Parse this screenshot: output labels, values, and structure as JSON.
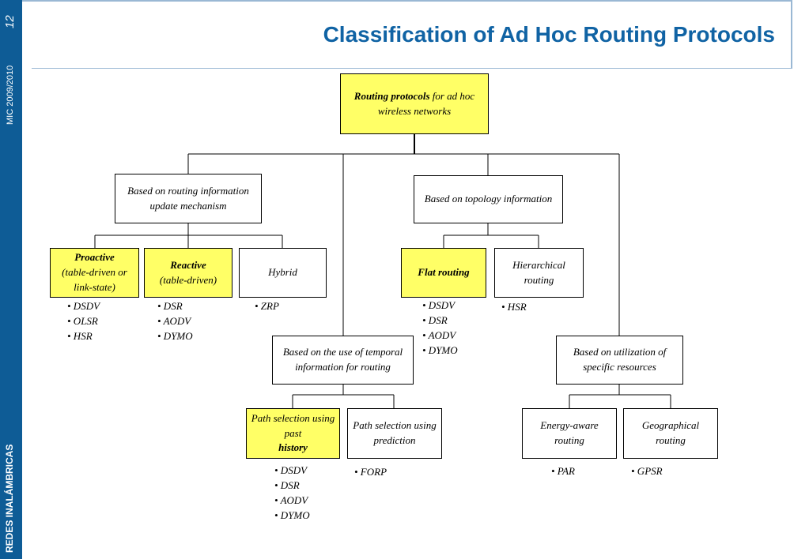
{
  "sidebar": {
    "slide_number": "12",
    "course_code": "MIC 2009/2010",
    "department": "REDES INALÁMBRICAS"
  },
  "title": "Classification of Ad Hoc Routing Protocols",
  "colors": {
    "sidebar": "#0e5c96",
    "title": "#1063a4",
    "highlight": "#ffff66"
  },
  "nodes": {
    "root": {
      "bold": "Routing protocols",
      "text": " for ad hoc wireless networks"
    },
    "update_mechanism": {
      "text": "Based on routing information update mechanism"
    },
    "topology": {
      "text": "Based on topology information"
    },
    "proactive": {
      "bold": "Proactive",
      "text": "(table-driven or link-state)"
    },
    "reactive": {
      "bold": "Reactive",
      "text": "(table-driven)"
    },
    "hybrid": {
      "text": "Hybrid"
    },
    "flat": {
      "bold": "Flat routing"
    },
    "hierarchical": {
      "text": "Hierarchical routing"
    },
    "temporal": {
      "text": "Based on the use of temporal information for routing"
    },
    "resources": {
      "text": "Based on utilization of specific resources"
    },
    "past_history": {
      "text": "Path selection using past",
      "bold": "history"
    },
    "prediction": {
      "text": "Path selection using prediction"
    },
    "energy": {
      "text": "Energy-aware routing"
    },
    "geographical": {
      "text": "Geographical routing"
    }
  },
  "lists": {
    "proactive": [
      "• DSDV",
      "• OLSR",
      "• HSR"
    ],
    "reactive": [
      "• DSR",
      "• AODV",
      "• DYMO"
    ],
    "hybrid": [
      "• ZRP"
    ],
    "flat": [
      "• DSDV",
      "• DSR",
      "• AODV",
      "• DYMO"
    ],
    "hierarchical": [
      "• HSR"
    ],
    "past_history": [
      "• DSDV",
      "• DSR",
      "• AODV",
      "• DYMO"
    ],
    "prediction": [
      "• FORP"
    ],
    "energy": [
      "• PAR"
    ],
    "geographical": [
      "• GPSR"
    ]
  }
}
